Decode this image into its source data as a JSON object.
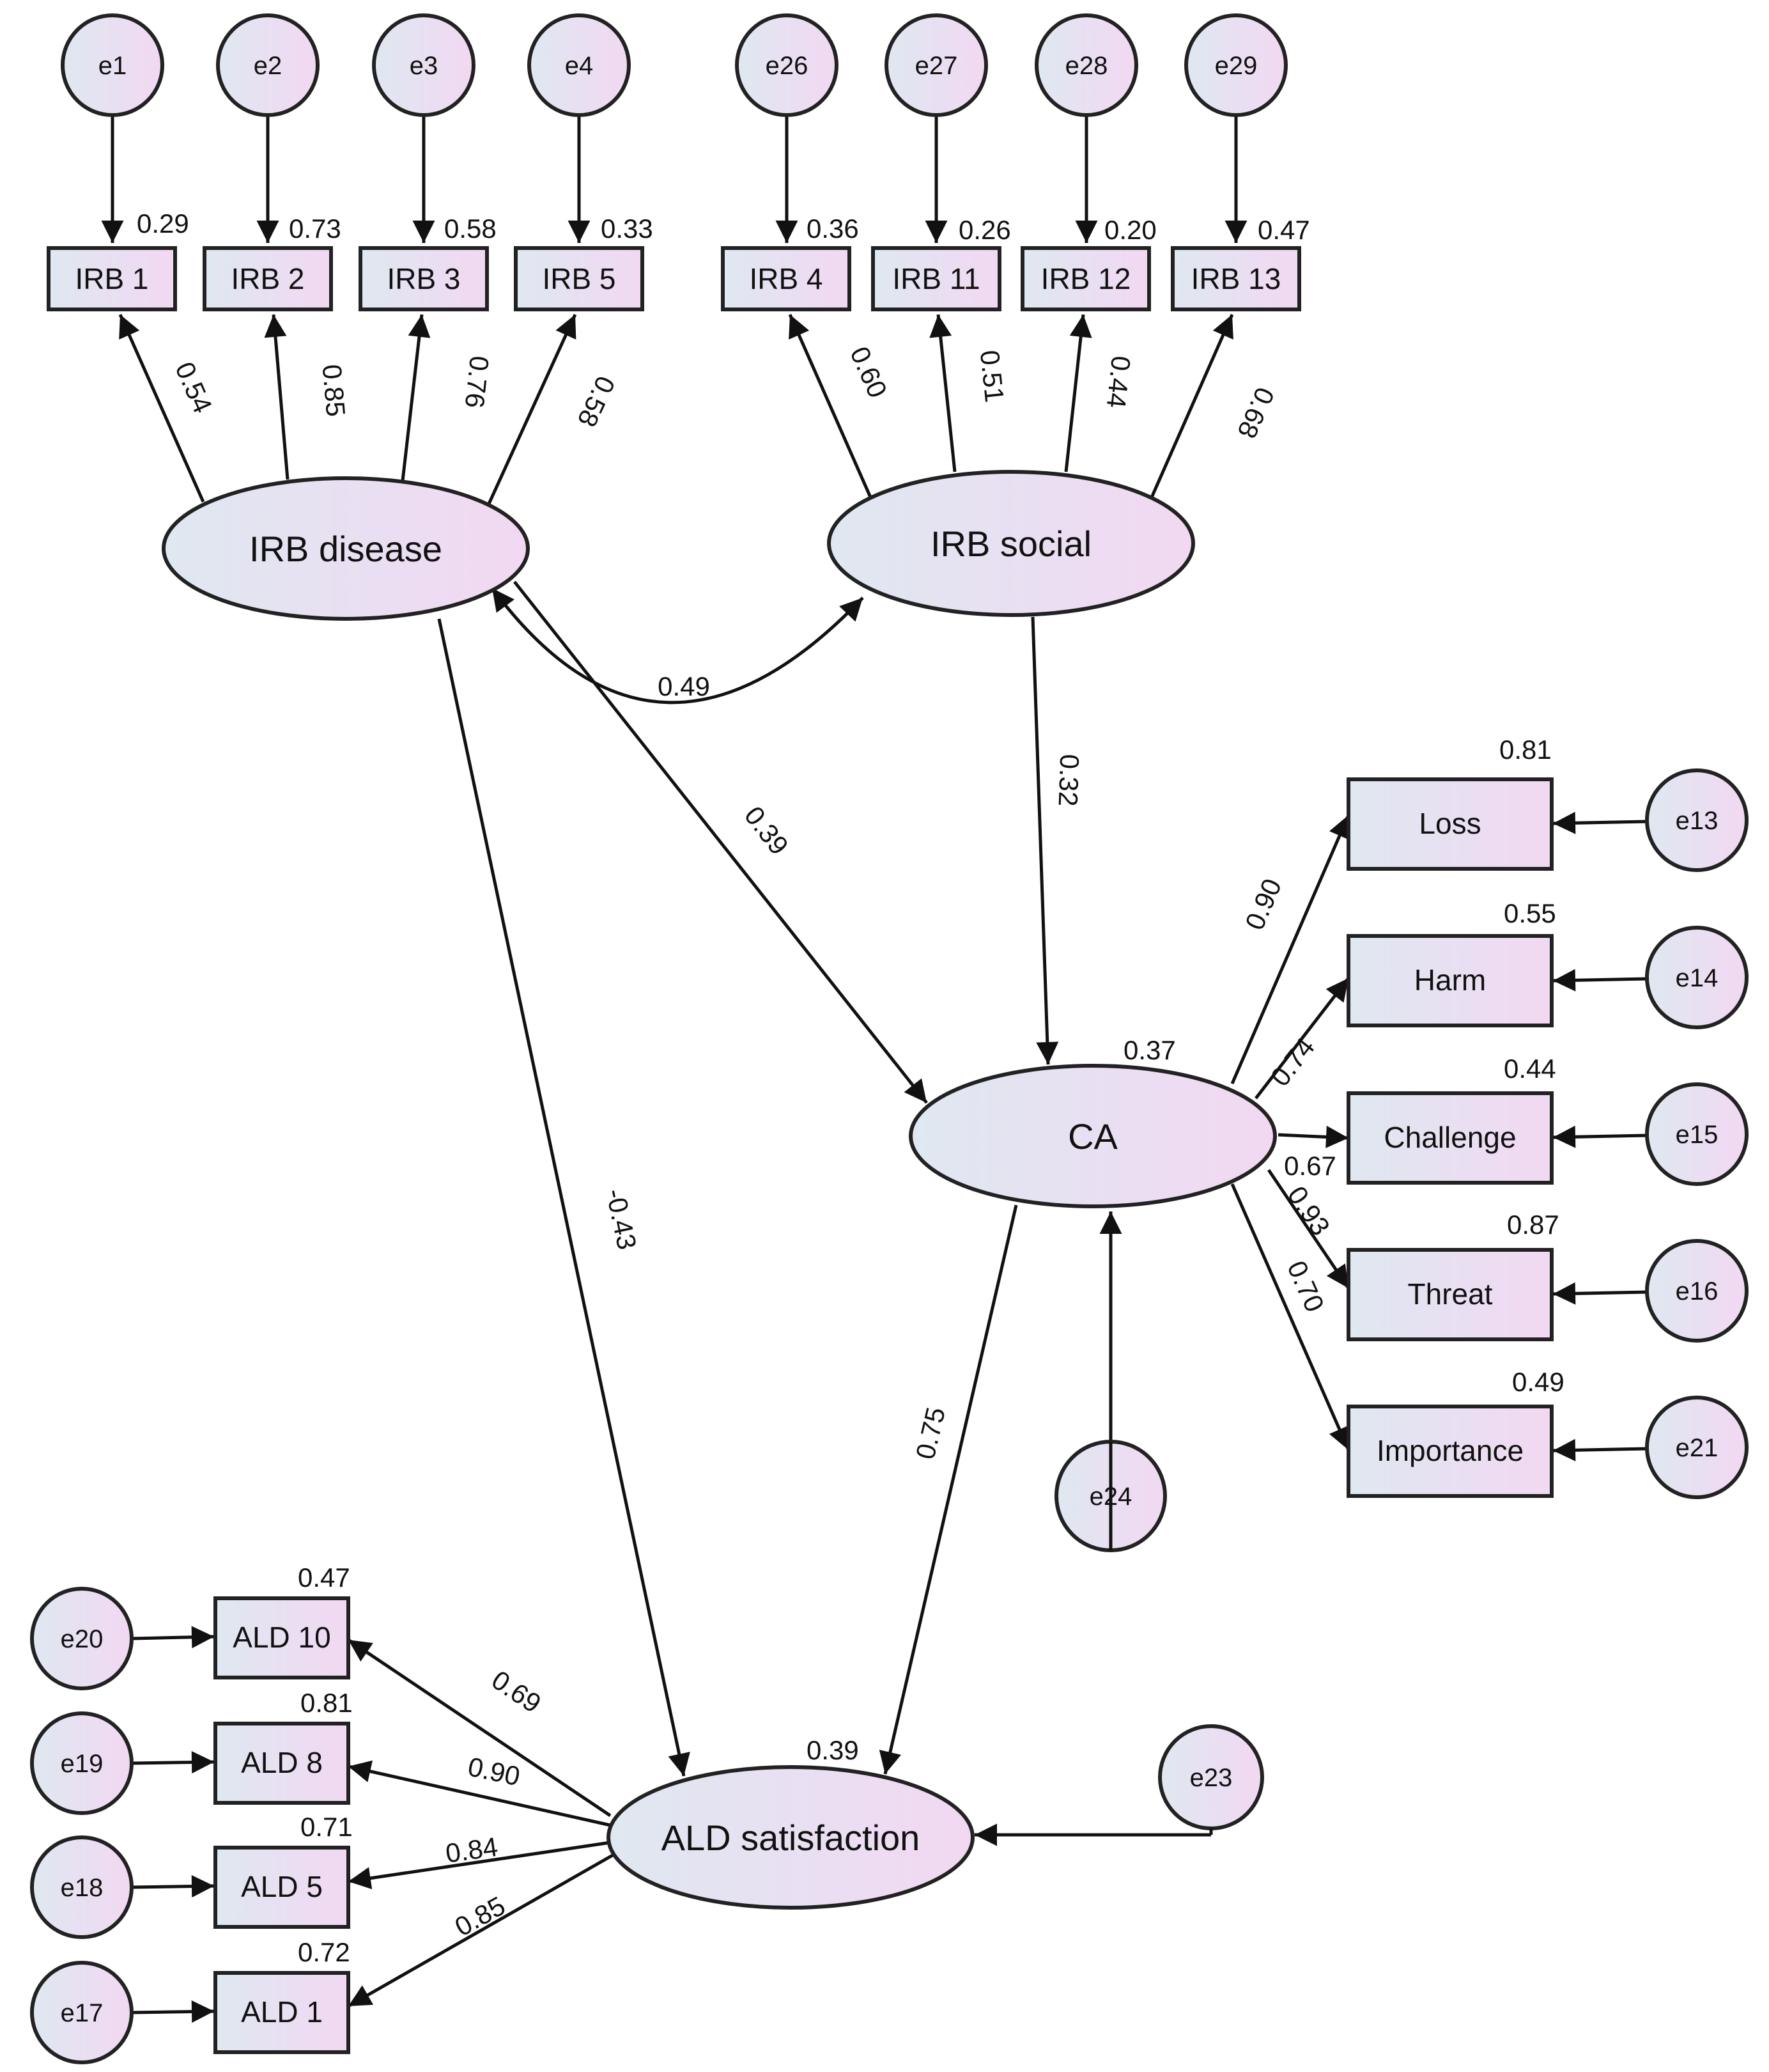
{
  "diagram": {
    "colors": {
      "fill_start": "#dfe8f1",
      "fill_end": "#f2d8f2",
      "stroke": "#222222"
    },
    "latents": {
      "irb_disease": "IRB disease",
      "irb_social": "IRB social",
      "ca": "CA",
      "ald": "ALD satisfaction"
    },
    "observed": {
      "irb1": "IRB 1",
      "irb2": "IRB 2",
      "irb3": "IRB 3",
      "irb5": "IRB 5",
      "irb4": "IRB 4",
      "irb11": "IRB 11",
      "irb12": "IRB 12",
      "irb13": "IRB 13",
      "loss": "Loss",
      "harm": "Harm",
      "challenge": "Challenge",
      "threat": "Threat",
      "importance": "Importance",
      "ald10": "ALD 10",
      "ald8": "ALD 8",
      "ald5": "ALD 5",
      "ald1": "ALD 1"
    },
    "errors": {
      "e1": "e1",
      "e2": "e2",
      "e3": "e3",
      "e4": "e4",
      "e26": "e26",
      "e27": "e27",
      "e28": "e28",
      "e29": "e29",
      "e13": "e13",
      "e14": "e14",
      "e15": "e15",
      "e16": "e16",
      "e21": "e21",
      "e24": "e24",
      "e20": "e20",
      "e19": "e19",
      "e18": "e18",
      "e17": "e17",
      "e23": "e23"
    },
    "r2": {
      "irb1": "0.29",
      "irb2": "0.73",
      "irb3": "0.58",
      "irb5": "0.33",
      "irb4": "0.36",
      "irb11": "0.26",
      "irb12": "0.20",
      "irb13": "0.47",
      "loss": "0.81",
      "harm": "0.55",
      "challenge": "0.44",
      "threat": "0.87",
      "importance": "0.49",
      "ca": "0.37",
      "ald": "0.39",
      "ald10": "0.47",
      "ald8": "0.81",
      "ald5": "0.71",
      "ald1": "0.72"
    },
    "loadings": {
      "irb1": "0.54",
      "irb2": "0.85",
      "irb3": "0.76",
      "irb5": "0.58",
      "irb4": "0.60",
      "irb11": "0.51",
      "irb12": "0.44",
      "irb13": "0.68",
      "loss": "0.90",
      "harm": "0.74",
      "challenge": "0.67",
      "threat": "0.93",
      "importance": "0.70",
      "ald10": "0.69",
      "ald8": "0.90",
      "ald5": "0.84",
      "ald1": "0.85"
    },
    "paths": {
      "cov_disease_social": "0.49",
      "disease_ca": "0.39",
      "social_ca": "0.32",
      "disease_ald": "-0.43",
      "ca_ald": "0.75"
    }
  }
}
